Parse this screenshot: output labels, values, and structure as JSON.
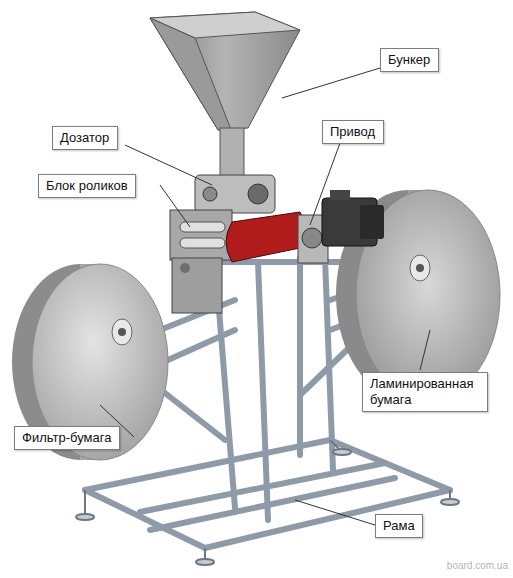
{
  "diagram": {
    "nodes": [
      {
        "text": [
          "Бункер"
        ]
      },
      {
        "text": [
          "Дозатор"
        ]
      },
      {
        "text": [
          "Привод"
        ]
      },
      {
        "text": [
          "Блок роликов"
        ]
      },
      {
        "text": [
          "Ламинированная бумага"
        ]
      },
      {
        "text": [
          "Фильтр-бумага"
        ]
      },
      {
        "text": [
          "Рама"
        ]
      }
    ],
    "labels": [
      "board.com.ua"
    ]
  }
}
